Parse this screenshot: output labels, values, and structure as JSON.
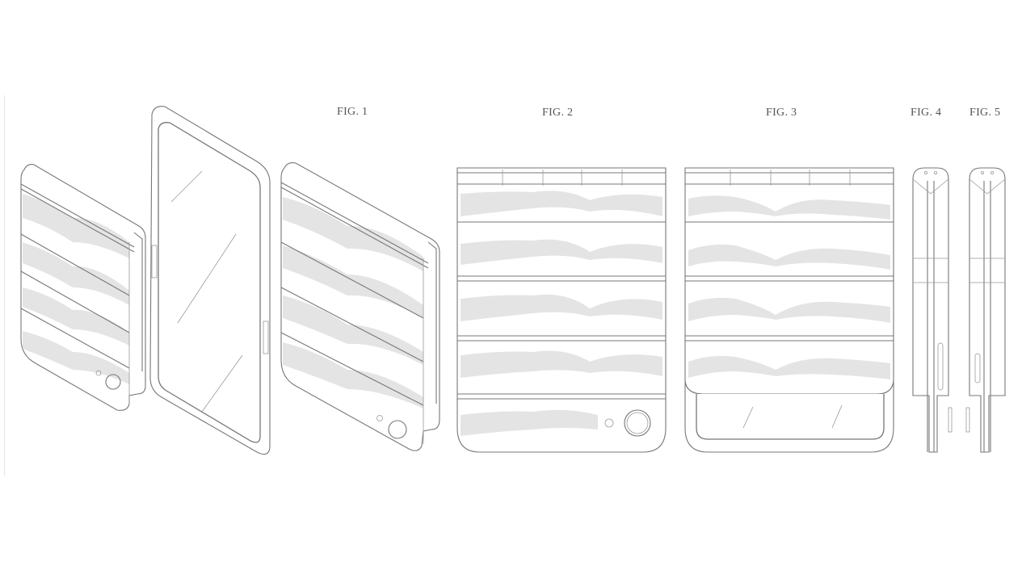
{
  "document": {
    "type": "design patent drawing sheet",
    "subject": "foldable flip phone with wavy-textured rear cover"
  },
  "figures": [
    {
      "id": "fig1",
      "label": "FIG. 1",
      "view": "perspective views (folded front, unfolded, folded rear)"
    },
    {
      "id": "fig2",
      "label": "FIG. 2",
      "view": "rear view, folded, with camera"
    },
    {
      "id": "fig3",
      "label": "FIG. 3",
      "view": "front view, folded, with cover screen"
    },
    {
      "id": "fig4",
      "label": "FIG. 4",
      "view": "left side view"
    },
    {
      "id": "fig5",
      "label": "FIG. 5",
      "view": "right side view"
    }
  ],
  "colors": {
    "background": "#ffffff",
    "line": "#777777",
    "texture_fill": "#e4e4e4",
    "label": "#555555"
  }
}
